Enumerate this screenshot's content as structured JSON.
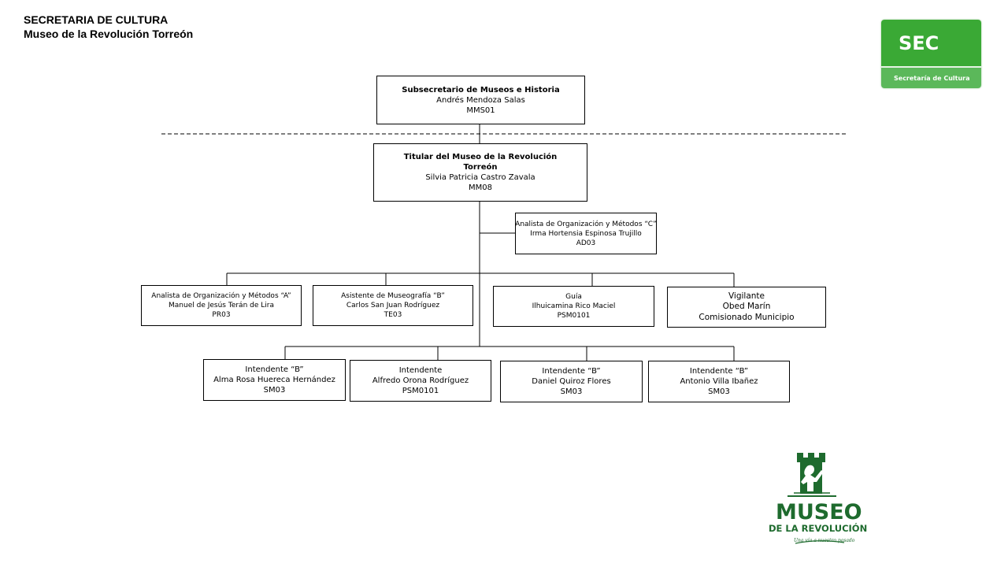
{
  "header": {
    "line1": "SECRETARIA DE CULTURA",
    "line2": "Museo de la Revolución Torreón"
  },
  "logos": {
    "sec_main": "SEC",
    "sec_sub": "Secretaría de Cultura",
    "museo_word": "MUSEO",
    "museo_sub": "DE LA REVOLUCIÓN",
    "museo_tag": "Una vía a nuestro pasado"
  },
  "colors": {
    "sec_green": "#3aa935",
    "museo_green": "#1e6b2e"
  },
  "org": {
    "subsecretario": {
      "title": "Subsecretario de Museos e Historia",
      "name": "Andrés Mendoza Salas",
      "code": "MMS01"
    },
    "titular": {
      "title1": "Titular  del Museo  de la Revolución",
      "title2": "Torreón",
      "name": "Silvia Patricia Castro Zavala",
      "code": "MM08"
    },
    "analista_c": {
      "title": "Analista de Organización y Métodos “C”",
      "name": "Irma Hortensia Espinosa Trujillo",
      "code": "AD03"
    },
    "analista_a": {
      "title": "Analista de Organización  y Métodos “A”",
      "name": "Manuel de Jesús Terán de Lira",
      "code": "PR03"
    },
    "asistente": {
      "title": "Asistente de Museografía “B”",
      "name": "Carlos San Juan Rodríguez",
      "code": "TE03"
    },
    "guia": {
      "title": "Guía",
      "name": "Ilhuicamina Rico Maciel",
      "code": "PSM0101"
    },
    "vigilante": {
      "title": "Vigilante",
      "name": "Obed Marín",
      "code": "Comisionado Municipio"
    },
    "intendente1": {
      "title": "Intendente  “B”",
      "name": "Alma Rosa Huereca Hernández",
      "code": "SM03"
    },
    "intendente2": {
      "title": "Intendente",
      "name": "Alfredo Orona Rodríguez",
      "code": "PSM0101"
    },
    "intendente3": {
      "title": "Intendente  “B”",
      "name": "Daniel Quiroz Flores",
      "code": "SM03"
    },
    "intendente4": {
      "title": "Intendente  “B”",
      "name": "Antonio Villa Ibañez",
      "code": "SM03"
    }
  }
}
